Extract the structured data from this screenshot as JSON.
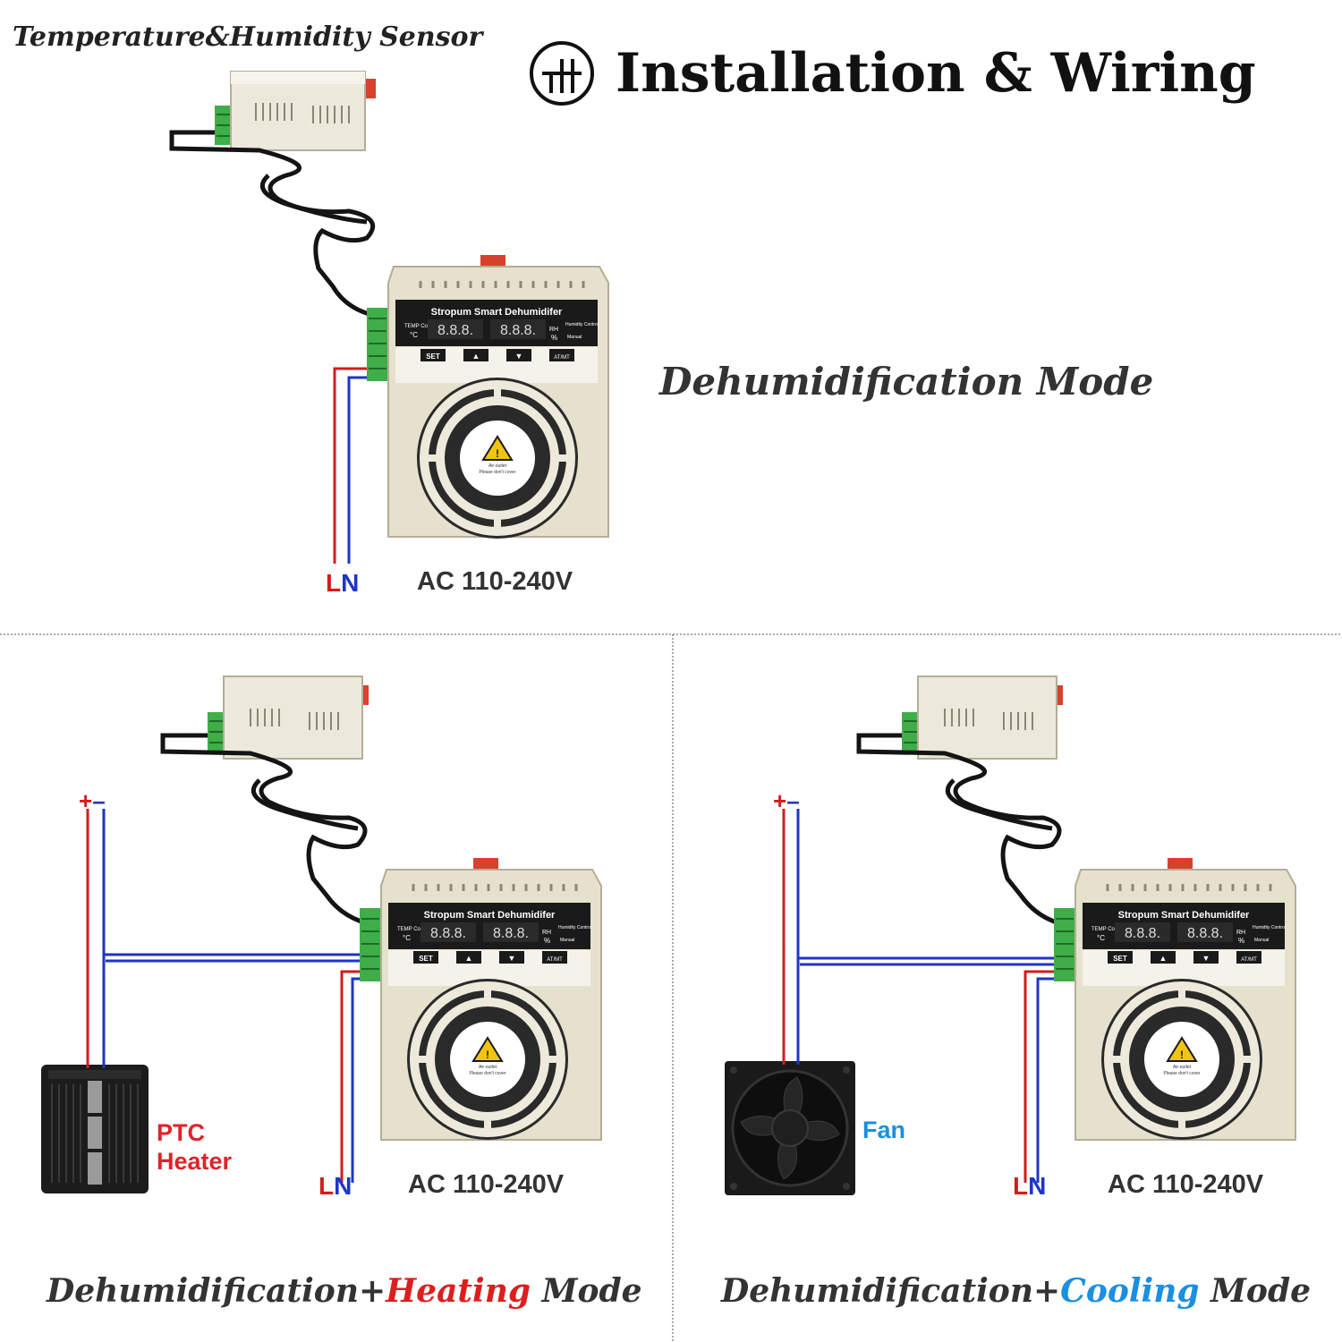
{
  "header": {
    "sensor_title": "Temperature&Humidity Sensor",
    "main_title": "Installation & Wiring"
  },
  "device": {
    "brand": "Stropum Smart Dehumidifer",
    "temp_label": "TEMP Control",
    "humidity_label": "Humidity Control",
    "manual_label": "Manual",
    "celsius": "°C",
    "rh": "RH",
    "percent": "%",
    "display_digits": "8.8.8.",
    "buttons": [
      "SET",
      "▲",
      "▼",
      "AT/MT"
    ],
    "warning_line1": "Air-outlet",
    "warning_line2": "Please don't cover"
  },
  "wiring": {
    "l": "L",
    "n": "N",
    "plus": "+",
    "minus": "–",
    "power": "AC 110-240V"
  },
  "modes": {
    "mode1": "Dehumidification Mode",
    "mode2": {
      "prefix": "Dehumidification+",
      "highlight": "Heating",
      "suffix": " Mode"
    },
    "mode3": {
      "prefix": "Dehumidification+",
      "highlight": "Cooling",
      "suffix": " Mode"
    }
  },
  "accessories": {
    "heater_line1": "PTC",
    "heater_line2": "Heater",
    "fan": "Fan"
  },
  "colors": {
    "live": "#d41c1c",
    "neutral": "#1e35c8",
    "heating": "#dd1e1e",
    "cooling": "#1b8fe0",
    "device_body": "#e6e1cc",
    "terminal": "#3fae49"
  }
}
